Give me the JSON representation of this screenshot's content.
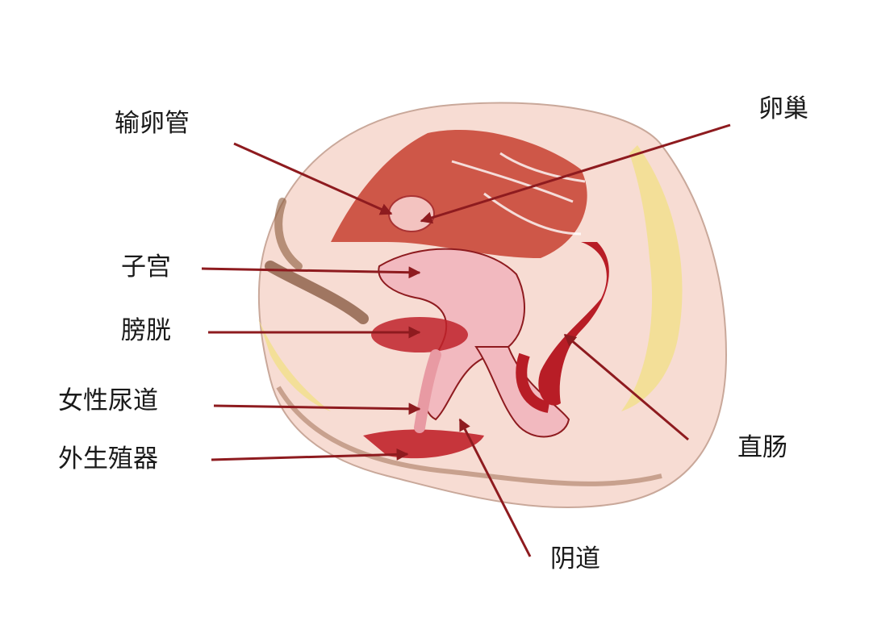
{
  "labels": {
    "fallopian_tube": "输卵管",
    "ovary": "卵巢",
    "uterus": "子宫",
    "bladder": "膀胱",
    "urethra": "女性尿道",
    "external_genitalia": "外生殖器",
    "rectum": "直肠",
    "vagina": "阴道"
  },
  "colors": {
    "arrow": "#8e1b1f",
    "skin": "#f6d2cb",
    "tissue_pink": "#f2b9bf",
    "organ_red": "#c0222a",
    "fat_yellow": "#f1e08a"
  }
}
